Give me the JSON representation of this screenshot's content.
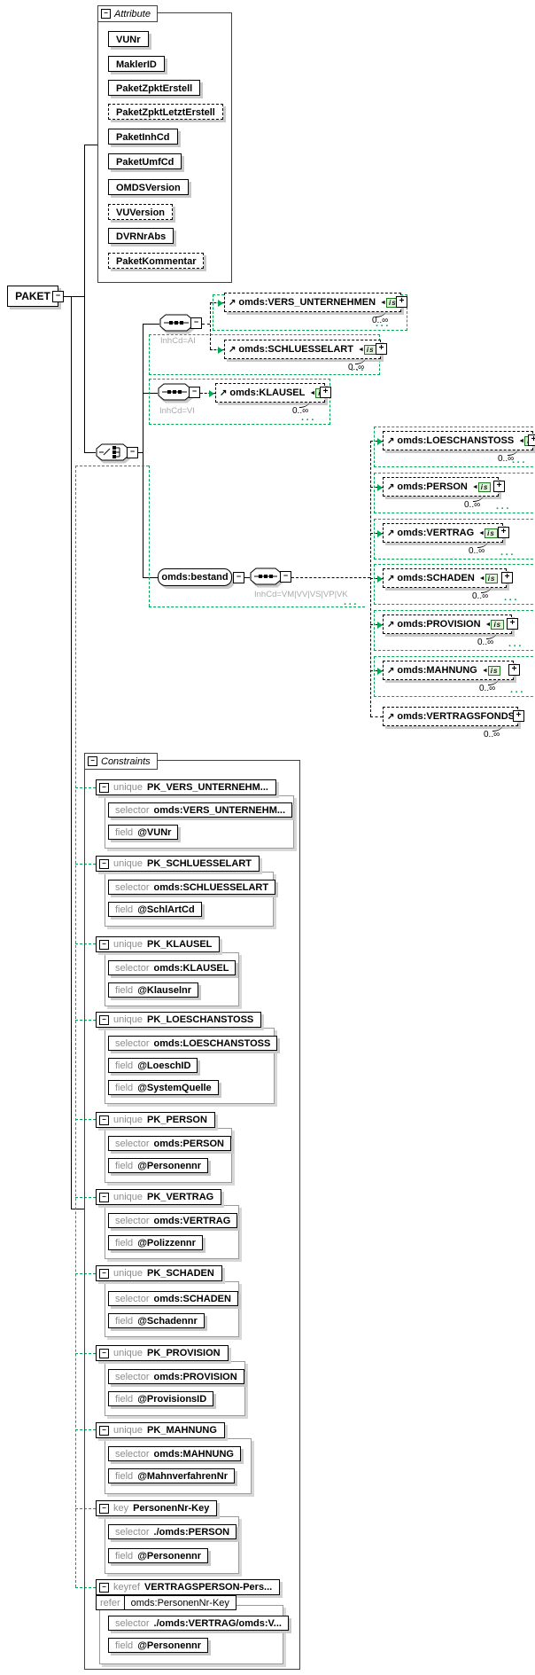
{
  "root": {
    "name": "PAKET"
  },
  "icons": {
    "minus": "−",
    "plus": "+",
    "ref_arrow": "↗",
    "subst_arrow": "◄",
    "dots": "···"
  },
  "attributes_section": {
    "label": "Attribute",
    "items": [
      {
        "name": "VUNr",
        "optional": false
      },
      {
        "name": "MaklerID",
        "optional": false
      },
      {
        "name": "PaketZpktErstell",
        "optional": false
      },
      {
        "name": "PaketZpktLetztErstell",
        "optional": true
      },
      {
        "name": "PaketInhCd",
        "optional": false
      },
      {
        "name": "PaketUmfCd",
        "optional": false
      },
      {
        "name": "OMDSVersion",
        "optional": false
      },
      {
        "name": "VUVersion",
        "optional": true
      },
      {
        "name": "DVRNrAbs",
        "optional": false
      },
      {
        "name": "PaketKommentar",
        "optional": true
      }
    ]
  },
  "sequences": [
    {
      "label": "InhCd=AI"
    },
    {
      "label": "InhCd=VI"
    },
    {
      "label": "InhCd=VM|VV|VS|VP|VK"
    }
  ],
  "bestand": {
    "name": "omds:bestand"
  },
  "elements": [
    {
      "name": "omds:VERS_UNTERNEHMEN",
      "badge": "is",
      "occurrence": "0..∞"
    },
    {
      "name": "omds:SCHLUESSELART",
      "badge": "is",
      "occurrence": "0..∞"
    },
    {
      "name": "omds:KLAUSEL",
      "badge": "is",
      "occurrence": "0..∞"
    },
    {
      "name": "omds:LOESCHANSTOSS",
      "badge": "is",
      "occurrence": "0..∞"
    },
    {
      "name": "omds:PERSON",
      "badge": "is",
      "occurrence": "0..∞"
    },
    {
      "name": "omds:VERTRAG",
      "badge": "is",
      "occurrence": "0..∞"
    },
    {
      "name": "omds:SCHADEN",
      "badge": "is",
      "occurrence": "0..∞"
    },
    {
      "name": "omds:PROVISION",
      "badge": "is",
      "occurrence": "0..∞"
    },
    {
      "name": "omds:MAHNUNG",
      "badge": "is",
      "occurrence": "0..∞"
    },
    {
      "name": "omds:VERTRAGSFONDS",
      "badge": null,
      "occurrence": "0..∞"
    }
  ],
  "labels": {
    "selector": "selector",
    "field": "field",
    "refer": "refer"
  },
  "constraints_section": {
    "label": "Constraints",
    "items": [
      {
        "kind": "unique",
        "name": "PK_VERS_UNTERNEHM...",
        "selector": "omds:VERS_UNTERNEHM...",
        "fields": [
          "@VUNr"
        ]
      },
      {
        "kind": "unique",
        "name": "PK_SCHLUESSELART",
        "selector": "omds:SCHLUESSELART",
        "fields": [
          "@SchlArtCd"
        ]
      },
      {
        "kind": "unique",
        "name": "PK_KLAUSEL",
        "selector": "omds:KLAUSEL",
        "fields": [
          "@Klauselnr"
        ]
      },
      {
        "kind": "unique",
        "name": "PK_LOESCHANSTOSS",
        "selector": "omds:LOESCHANSTOSS",
        "fields": [
          "@LoeschID",
          "@SystemQuelle"
        ]
      },
      {
        "kind": "unique",
        "name": "PK_PERSON",
        "selector": "omds:PERSON",
        "fields": [
          "@Personennr"
        ]
      },
      {
        "kind": "unique",
        "name": "PK_VERTRAG",
        "selector": "omds:VERTRAG",
        "fields": [
          "@Polizzennr"
        ]
      },
      {
        "kind": "unique",
        "name": "PK_SCHADEN",
        "selector": "omds:SCHADEN",
        "fields": [
          "@Schadennr"
        ]
      },
      {
        "kind": "unique",
        "name": "PK_PROVISION",
        "selector": "omds:PROVISION",
        "fields": [
          "@ProvisionsID"
        ]
      },
      {
        "kind": "unique",
        "name": "PK_MAHNUNG",
        "selector": "omds:MAHNUNG",
        "fields": [
          "@MahnverfahrenNr"
        ]
      },
      {
        "kind": "key",
        "name": "PersonenNr-Key",
        "selector": "./omds:PERSON",
        "fields": [
          "@Personennr"
        ]
      },
      {
        "kind": "keyref",
        "name": "VERTRAGSPERSON-Pers...",
        "refer": "omds:PersonenNr-Key",
        "selector": "./omds:VERTRAG/omds:V...",
        "fields": [
          "@Personennr"
        ]
      }
    ]
  },
  "colors": {
    "association_green": "#00a651",
    "shadow_gray": "#c9c9c9",
    "keyword_gray": "#8c8c8c",
    "muted_label_gray": "#a9a9a9"
  }
}
